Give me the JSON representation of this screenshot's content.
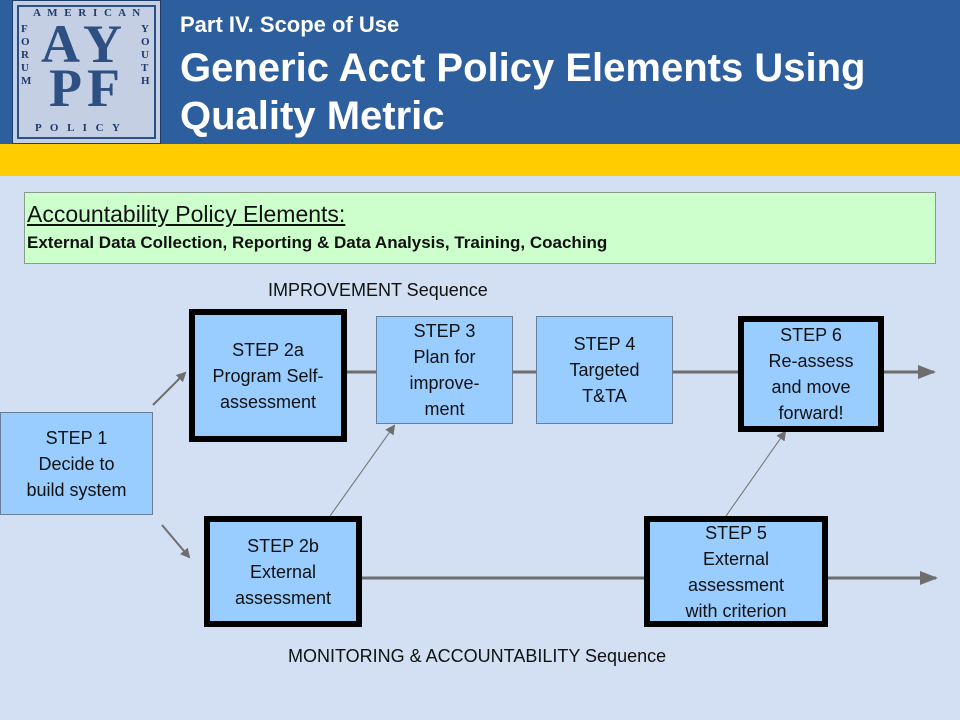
{
  "header": {
    "subtitle": "Part IV. Scope of Use",
    "title": "Generic Acct Policy Elements Using Quality Metric",
    "logo_text": "AMERICAN YOUTH POLICY FORUM AYPF"
  },
  "policy_box": {
    "heading": "Accountability Policy Elements:",
    "detail": "External Data Collection, Reporting & Data Analysis, Training, Coaching"
  },
  "sequences": {
    "improvement": "IMPROVEMENT Sequence",
    "monitoring": "MONITORING & ACCOUNTABILITY  Sequence"
  },
  "steps": {
    "step1": "STEP 1\nDecide to\nbuild system",
    "step2a": "STEP 2a\nProgram Self-\nassessment",
    "step2b": "STEP 2b\nExternal\nassessment",
    "step3": "STEP 3\nPlan for\nimprove-\nment",
    "step4": "STEP 4\nTargeted\nT&TA",
    "step5": "STEP 5\nExternal\nassessment\nwith criterion",
    "step6": "STEP 6\nRe-assess\nand move\nforward!"
  },
  "colors": {
    "header_blue": "#2d5f9e",
    "gold_band": "#ffcc00",
    "policy_green": "#ccffcc",
    "step_blue": "#99ccff",
    "background": "#d3dff2"
  }
}
